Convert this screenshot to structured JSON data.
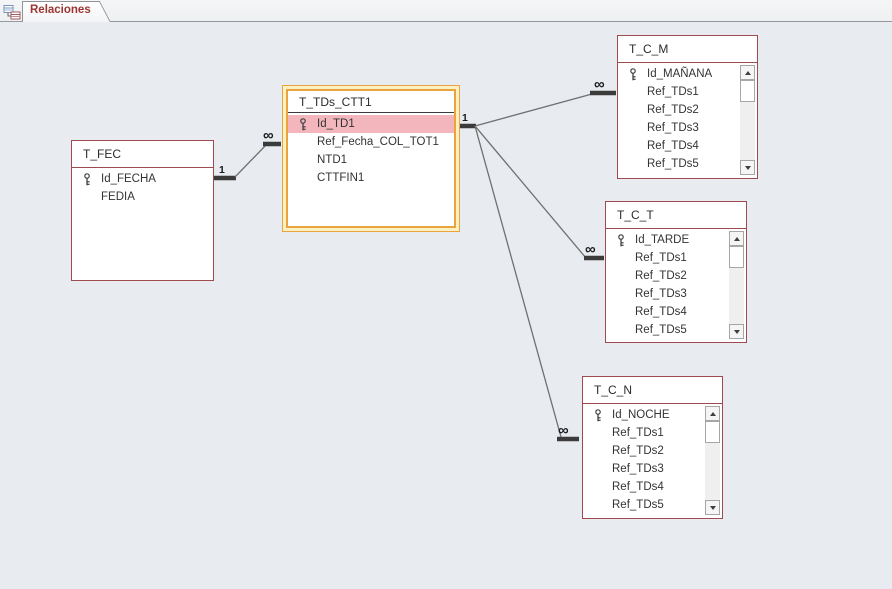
{
  "window": {
    "tab_label": "Relaciones"
  },
  "tables": [
    {
      "name": "T_FEC",
      "selected": false,
      "scrollbar": false,
      "fields": [
        {
          "name": "Id_FECHA",
          "pk": true
        },
        {
          "name": "FEDIA",
          "pk": false
        }
      ]
    },
    {
      "name": "T_TDs_CTT1",
      "selected": true,
      "scrollbar": false,
      "fields": [
        {
          "name": "Id_TD1",
          "pk": true,
          "highlighted": true
        },
        {
          "name": "Ref_Fecha_COL_TOT1",
          "pk": false
        },
        {
          "name": "NTD1",
          "pk": false
        },
        {
          "name": "CTTFIN1",
          "pk": false
        }
      ]
    },
    {
      "name": "T_C_M",
      "selected": false,
      "scrollbar": true,
      "fields": [
        {
          "name": "Id_MAÑANA",
          "pk": true
        },
        {
          "name": "Ref_TDs1",
          "pk": false
        },
        {
          "name": "Ref_TDs2",
          "pk": false
        },
        {
          "name": "Ref_TDs3",
          "pk": false
        },
        {
          "name": "Ref_TDs4",
          "pk": false
        },
        {
          "name": "Ref_TDs5",
          "pk": false
        }
      ]
    },
    {
      "name": "T_C_T",
      "selected": false,
      "scrollbar": true,
      "fields": [
        {
          "name": "Id_TARDE",
          "pk": true
        },
        {
          "name": "Ref_TDs1",
          "pk": false
        },
        {
          "name": "Ref_TDs2",
          "pk": false
        },
        {
          "name": "Ref_TDs3",
          "pk": false
        },
        {
          "name": "Ref_TDs4",
          "pk": false
        },
        {
          "name": "Ref_TDs5",
          "pk": false
        }
      ]
    },
    {
      "name": "T_C_N",
      "selected": false,
      "scrollbar": true,
      "fields": [
        {
          "name": "Id_NOCHE",
          "pk": true
        },
        {
          "name": "Ref_TDs1",
          "pk": false
        },
        {
          "name": "Ref_TDs2",
          "pk": false
        },
        {
          "name": "Ref_TDs3",
          "pk": false
        },
        {
          "name": "Ref_TDs4",
          "pk": false
        },
        {
          "name": "Ref_TDs5",
          "pk": false
        }
      ]
    }
  ],
  "relationships": [
    {
      "from_table": "T_FEC",
      "to_table": "T_TDs_CTT1",
      "from_card": "1",
      "to_card": "∞"
    },
    {
      "from_table": "T_TDs_CTT1",
      "to_table": "T_C_M",
      "from_card": "1",
      "to_card": "∞"
    },
    {
      "from_table": "T_TDs_CTT1",
      "to_table": "T_C_T",
      "from_card": "1",
      "to_card": "∞"
    },
    {
      "from_table": "T_TDs_CTT1",
      "to_table": "T_C_N",
      "from_card": "1",
      "to_card": "∞"
    }
  ],
  "colors": {
    "canvas_bg": "#E8EBEF",
    "table_border": "#9E4A4E",
    "selected_border": "#E9A43F",
    "pk_highlight": "#F3B6BC",
    "tab_text": "#9C3632",
    "line": "#707070",
    "endpoint_bar": "#3b3b3b"
  }
}
